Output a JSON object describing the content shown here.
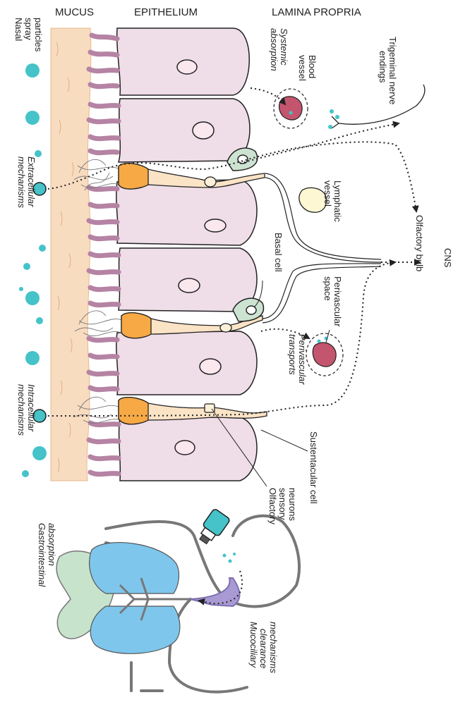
{
  "headers": {
    "mucus": "MUCUS",
    "epithelium": "EPITHELIUM",
    "lamina_propria": "LAMINA PROPRIA"
  },
  "labels": {
    "nasal_spray": [
      "Nasal",
      "spray",
      "particles"
    ],
    "extracellular": [
      "Extracellular",
      "mechanisms"
    ],
    "intracellular": [
      "Intracellular",
      "mechanisms"
    ],
    "systemic_absorption": [
      "Systemic",
      "absorption"
    ],
    "blood_vessel": [
      "Blood",
      "vessel"
    ],
    "trigeminal": [
      "Trigeminal nerve",
      "endings"
    ],
    "lymphatic": [
      "Lymphatic",
      "vessel"
    ],
    "olfactory_bulb": "Olfactory bulb",
    "cns": "CNS",
    "basal_cell": "Basal cell",
    "perivascular_space": [
      "Perivascular",
      "space"
    ],
    "perivascular_transports": [
      "Perivascular",
      "transports"
    ],
    "sustentacular": "Sustentacular cell",
    "olfactory_neurons": [
      "Olfactory",
      "sensory",
      "neurons"
    ],
    "gastrointestinal": [
      "Gastrointestinal",
      "absorption"
    ],
    "mucociliary": [
      "Mucociliary",
      "clearance",
      "mechanisms"
    ]
  },
  "colors": {
    "mucus": "#f8dcc0",
    "cell_fill": "#efdde8",
    "cilia": "#b583a4",
    "neuron": "#f7a945",
    "neuron_light": "#fbe3c6",
    "particle": "#45c3c9",
    "blood": "#c4556f",
    "basal": "#cde3d2",
    "lymph": "#fdf7d3",
    "lung": "#7fc6ec",
    "stomach": "#c7e3cc",
    "nasal_tract": "#a99ad3"
  }
}
